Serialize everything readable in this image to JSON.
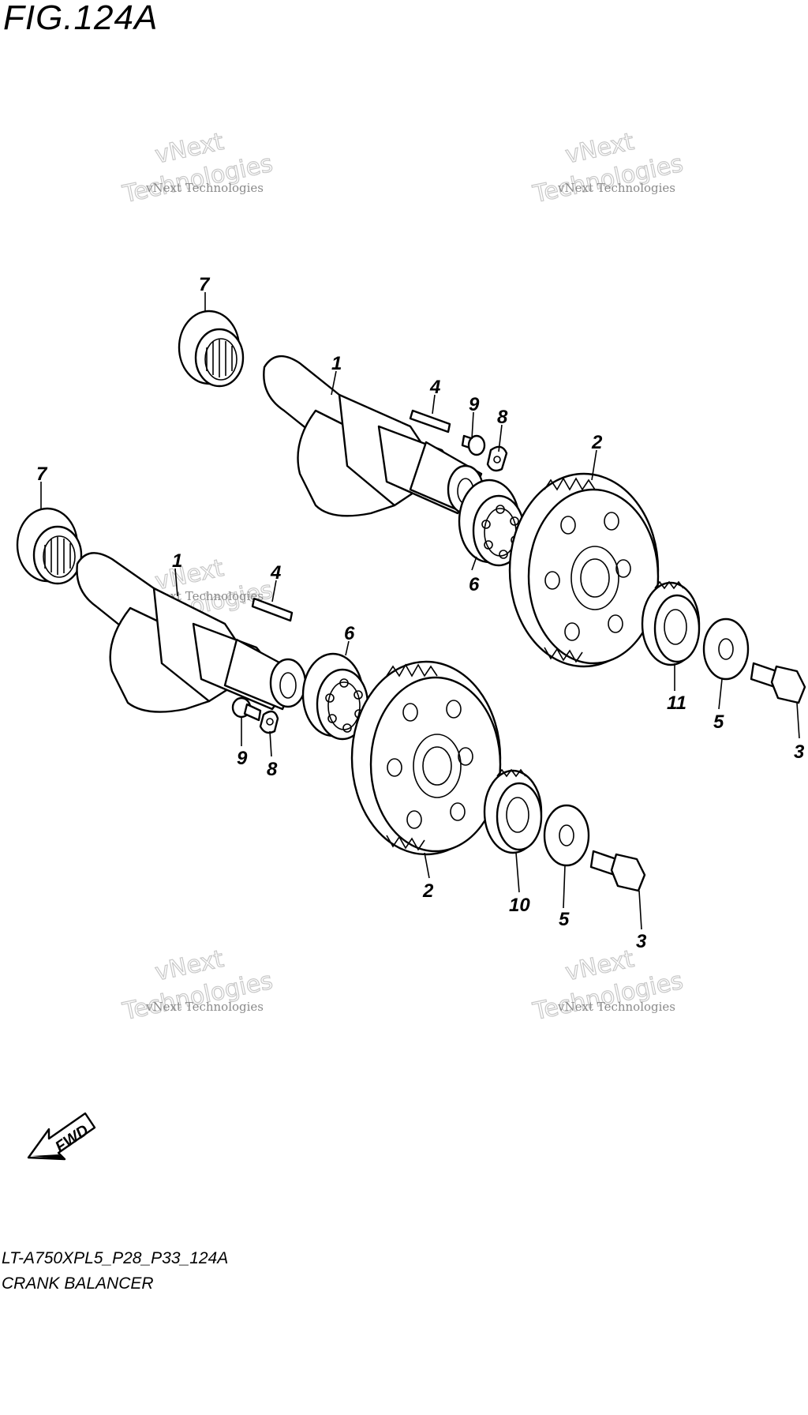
{
  "figure": {
    "title": "FIG.124A",
    "code": "LT-A750XPL5_P28_P33_124A",
    "name": "CRANK BALANCER"
  },
  "fwd_label": "FWD",
  "watermark": {
    "small": "vNext Technologies",
    "big_top": "vNext",
    "big_bottom": "Technologies"
  },
  "callouts": {
    "upper": {
      "shaft": "1",
      "gear": "2",
      "bolt": "3",
      "key": "4",
      "washer": "5",
      "bearing": "6",
      "needle": "7",
      "screw": "8",
      "bolt_small": "9",
      "gear_small": "11"
    },
    "lower": {
      "shaft": "1",
      "gear": "2",
      "bolt": "3",
      "key": "4",
      "washer": "5",
      "bearing": "6",
      "needle": "7",
      "screw": "8",
      "bolt_small": "9",
      "gear_small": "10"
    }
  }
}
